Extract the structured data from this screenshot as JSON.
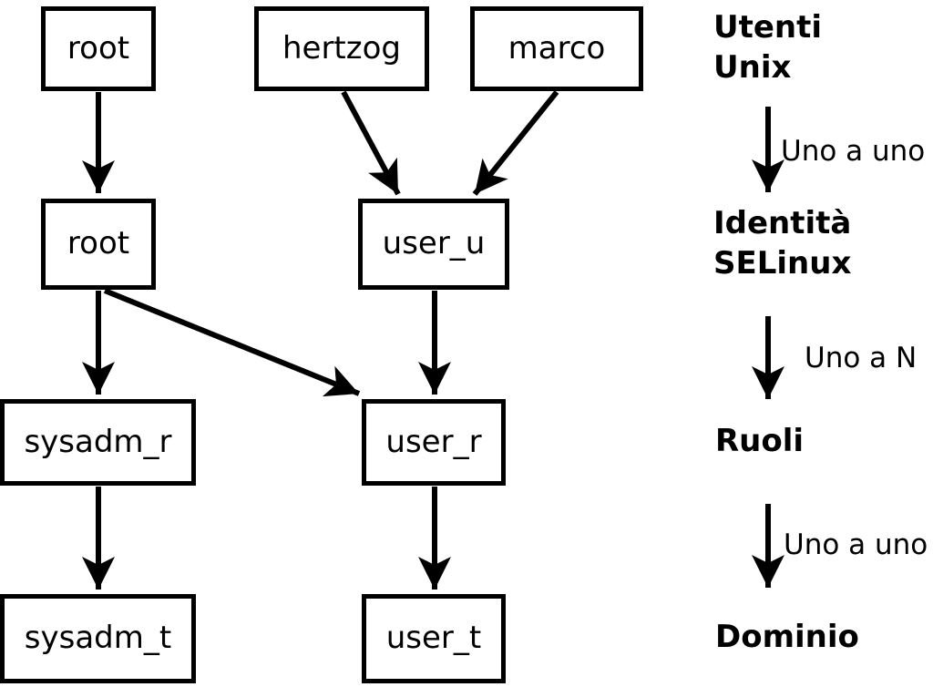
{
  "diagram": {
    "background_color": "#ffffff",
    "stroke_color": "#000000",
    "boxes": [
      {
        "id": "unix-user-root",
        "label": "root"
      },
      {
        "id": "unix-user-hertzog",
        "label": "hertzog"
      },
      {
        "id": "unix-user-marco",
        "label": "marco"
      },
      {
        "id": "selinux-identity-root",
        "label": "root"
      },
      {
        "id": "selinux-identity-user-u",
        "label": "user_u"
      },
      {
        "id": "role-sysadm-r",
        "label": "sysadm_r"
      },
      {
        "id": "role-user-r",
        "label": "user_r"
      },
      {
        "id": "domain-sysadm-t",
        "label": "sysadm_t"
      },
      {
        "id": "domain-user-t",
        "label": "user_t"
      }
    ],
    "legend": {
      "level1_line1": "Utenti",
      "level1_line2": "Unix",
      "relation1": "Uno a uno",
      "level2_line1": "Identità",
      "level2_line2": "SELinux",
      "relation2": "Uno a N",
      "level3": "Ruoli",
      "relation3": "Uno a uno",
      "level4": "Dominio"
    }
  }
}
